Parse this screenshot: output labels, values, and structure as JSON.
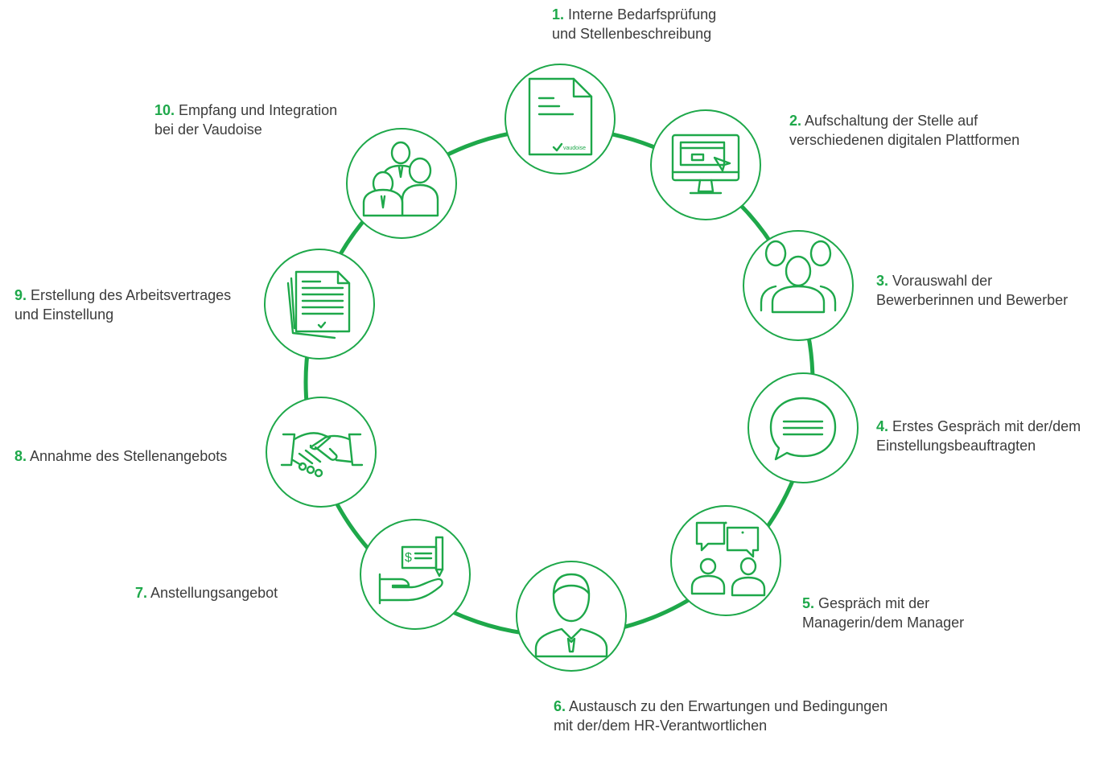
{
  "accent_color": "#1ea84a",
  "text_color": "#3c3c3c",
  "steps": [
    {
      "number": "1.",
      "line1": "Interne Bedarfsprüfung",
      "line2": "und Stellenbeschreibung",
      "icon": "document-icon"
    },
    {
      "number": "2.",
      "line1": "Aufschaltung der Stelle auf",
      "line2": "verschiedenen digitalen Plattformen",
      "icon": "monitor-icon"
    },
    {
      "number": "3.",
      "line1": "Vorauswahl der",
      "line2": "Bewerberinnen und Bewerber",
      "icon": "people-group-icon"
    },
    {
      "number": "4.",
      "line1": "Erstes Gespräch mit der/dem",
      "line2": "Einstellungsbeauftragten",
      "icon": "chat-bubble-icon"
    },
    {
      "number": "5.",
      "line1": "Gespräch mit der",
      "line2": "Managerin/dem Manager",
      "icon": "conversation-icon"
    },
    {
      "number": "6.",
      "line1": "Austausch zu den Erwartungen und Bedingungen",
      "line2": "mit der/dem HR-Verantwortlichen",
      "icon": "businessman-icon"
    },
    {
      "number": "7.",
      "line1": "Anstellungsangebot",
      "line2": "",
      "icon": "hand-check-icon"
    },
    {
      "number": "8.",
      "line1": "Annahme des Stellenangebots",
      "line2": "",
      "icon": "handshake-icon"
    },
    {
      "number": "9.",
      "line1": "Erstellung des Arbeitsvertrages",
      "line2": "und Einstellung",
      "icon": "contract-stack-icon"
    },
    {
      "number": "10.",
      "line1": "Empfang und Integration",
      "line2": "bei der Vaudoise",
      "icon": "team-icon"
    }
  ],
  "logo_text": "vaudoise",
  "currency_symbol": "$"
}
